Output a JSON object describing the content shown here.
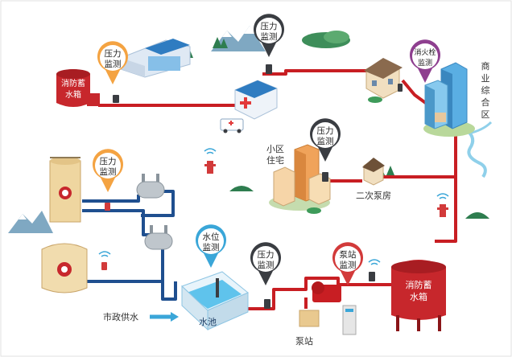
{
  "colors": {
    "pipe_red": "#c81e23",
    "pipe_blue": "#1f4f8f",
    "pin_orange": "#f4a342",
    "pin_dark": "#3a3d42",
    "pin_purple": "#8e3f8f",
    "pin_blue": "#3aa6d8",
    "pin_red": "#d23a3a",
    "tank_red": "#c7272c",
    "water": "#5fc3ec"
  },
  "labels": {
    "tank_top_left": [
      "消防蓄",
      "水箱"
    ],
    "tank_bottom_right": [
      "消防蓄",
      "水箱"
    ],
    "residential": [
      "小区",
      "住宅"
    ],
    "commercial": [
      "商",
      "业",
      "综",
      "合",
      "区"
    ],
    "secondary_pump": "二次泵房",
    "municipal_supply": "市政供水",
    "pool": "水池",
    "pump_station": "泵站"
  },
  "pins": [
    {
      "id": "pressure-1",
      "lines": [
        "压力",
        "监测"
      ],
      "color": "orange"
    },
    {
      "id": "pressure-2",
      "lines": [
        "压力",
        "监测"
      ],
      "color": "dark"
    },
    {
      "id": "hydrant",
      "lines": [
        "消火栓",
        "监测"
      ],
      "color": "purple"
    },
    {
      "id": "pressure-3",
      "lines": [
        "压力",
        "监测"
      ],
      "color": "dark"
    },
    {
      "id": "pressure-4",
      "lines": [
        "压力",
        "监测"
      ],
      "color": "orange"
    },
    {
      "id": "water-level",
      "lines": [
        "水位",
        "监测"
      ],
      "color": "blue"
    },
    {
      "id": "pressure-5",
      "lines": [
        "压力",
        "监测"
      ],
      "color": "dark"
    },
    {
      "id": "pump-monitor",
      "lines": [
        "泵站",
        "监测"
      ],
      "color": "red"
    }
  ]
}
